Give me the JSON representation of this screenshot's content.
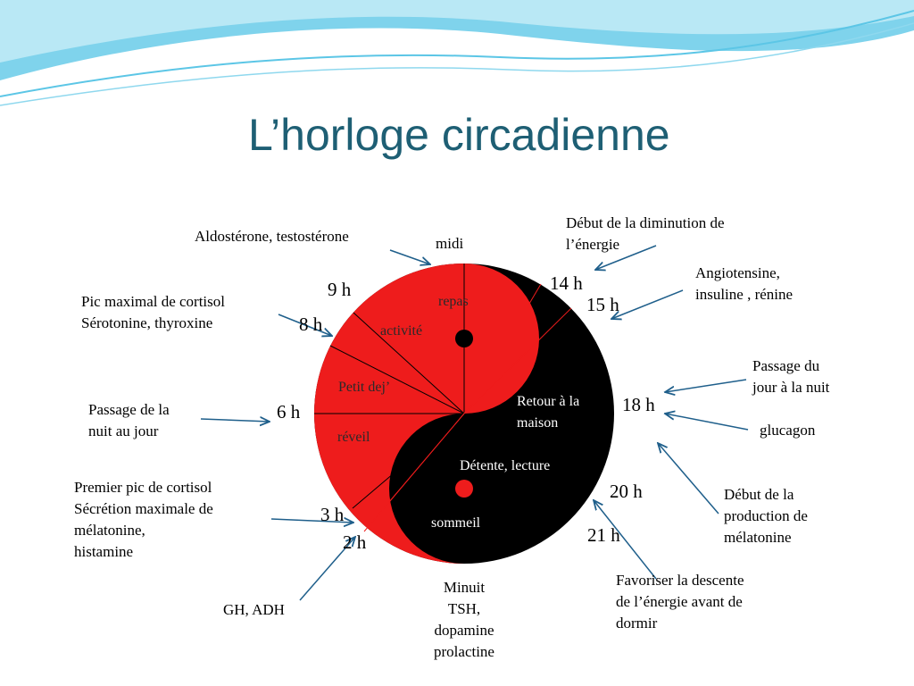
{
  "slide": {
    "title": "L’horloge circadienne"
  },
  "hours": {
    "h9": "9 h",
    "h8": "8 h",
    "h6": "6 h",
    "h3": "3 h",
    "h2": "2 h",
    "h14": "14 h",
    "h15": "15 h",
    "h18": "18 h",
    "h20": "20 h",
    "h21": "21 h"
  },
  "inner": {
    "repas": "repas",
    "activite": "activité",
    "petit_dej": "Petit dej’",
    "reveil": "réveil",
    "retour_1": "Retour à la",
    "retour_2": "maison",
    "detente": "Détente, lecture",
    "sommeil": "sommeil"
  },
  "annotations": {
    "aldosterone": "Aldostérone, testostérone",
    "midi": "midi",
    "debut_dim_1": "Début de la diminution de",
    "debut_dim_2": "l’énergie",
    "angio_1": "Angiotensine,",
    "angio_2": "insuline , rénine",
    "pic_cort_1": "Pic maximal de cortisol",
    "pic_cort_2": "Sérotonine, thyroxine",
    "passage_jour_1": "Passage du",
    "passage_jour_2": "jour à la nuit",
    "glucagon": "glucagon",
    "passage_nuit_1": "Passage de la",
    "passage_nuit_2": "nuit au jour",
    "premier_1": "Premier  pic de cortisol",
    "premier_2": "Sécrétion maximale de",
    "premier_3": "mélatonine,",
    "premier_4": "histamine",
    "debut_prod_1": "Début de la",
    "debut_prod_2": "production de",
    "debut_prod_3": "mélatonine",
    "favoriser_1": "Favoriser la descente",
    "favoriser_2": "de l’énergie avant de",
    "favoriser_3": "dormir",
    "gh_adh": "GH, ADH",
    "minuit_1": "Minuit",
    "minuit_2": "TSH,",
    "minuit_3": "dopamine",
    "minuit_4": "prolactine"
  },
  "colors": {
    "red": "#ee1c1c",
    "black": "#000000",
    "title": "#1e5f74",
    "arrow": "#1f5f8b",
    "wave": "#5cc6e6"
  }
}
